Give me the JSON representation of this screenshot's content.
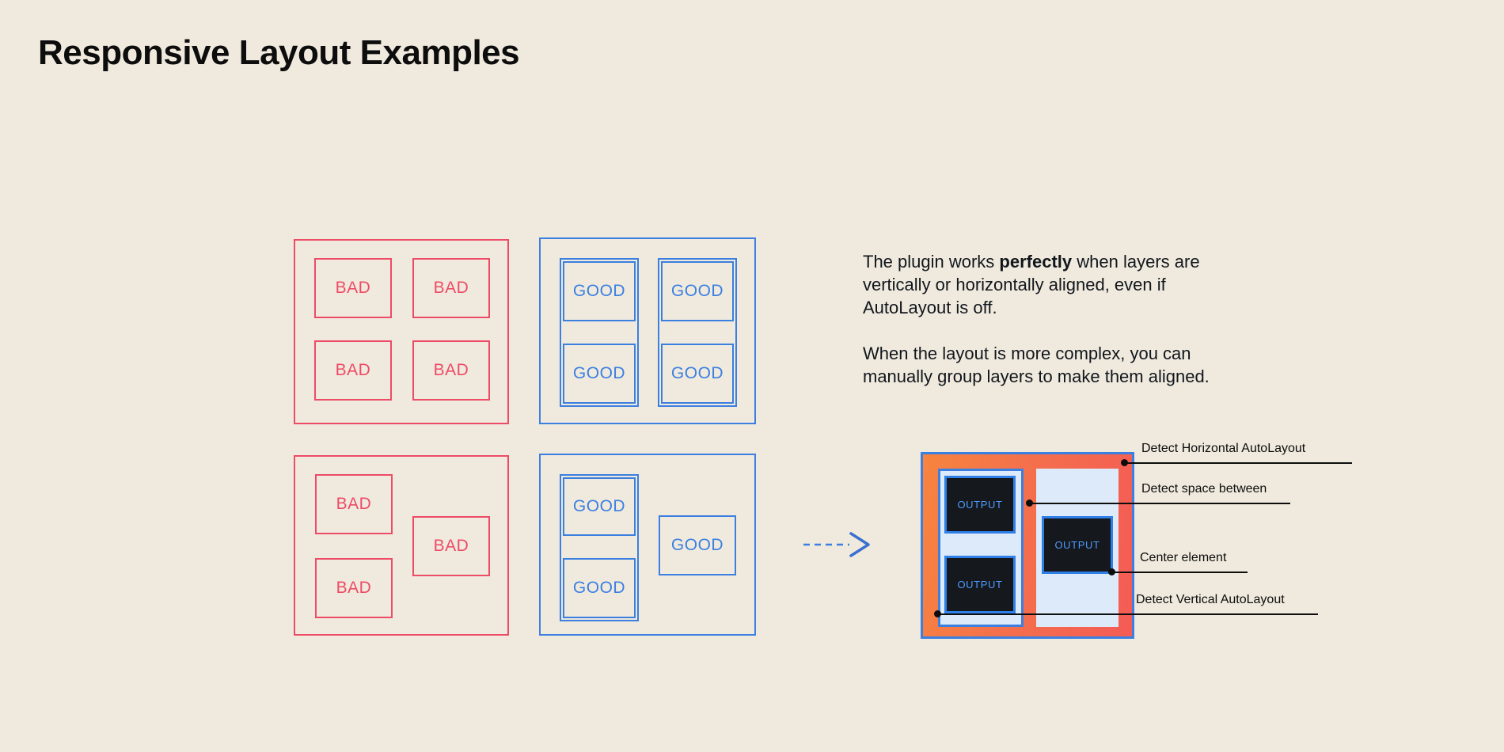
{
  "title": "Responsive Layout Examples",
  "colors": {
    "background": "#f0eade",
    "bad": "#ed4b66",
    "good": "#3b7fe0",
    "text": "#11161c",
    "mock_orange": "#f4704c",
    "mock_light_blue": "#ddeaf9",
    "mock_dark": "#15181c",
    "mock_output_text": "#4f9bff"
  },
  "labels": {
    "bad": "BAD",
    "good": "GOOD",
    "output": "OUTPUT"
  },
  "panels": {
    "bad_grid": {
      "name": "bad-grid-panel",
      "cells": [
        "BAD",
        "BAD",
        "BAD",
        "BAD"
      ]
    },
    "good_grid": {
      "name": "good-grid-panel",
      "cells": [
        "GOOD",
        "GOOD",
        "GOOD",
        "GOOD"
      ]
    },
    "bad_complex": {
      "name": "bad-complex-panel",
      "cells": [
        "BAD",
        "BAD",
        "BAD"
      ]
    },
    "good_complex": {
      "name": "good-complex-panel",
      "cells": [
        "GOOD",
        "GOOD",
        "GOOD"
      ]
    }
  },
  "copy": {
    "paragraph_1_pre": "The plugin works ",
    "paragraph_1_bold": "perfectly",
    "paragraph_1_post": " when layers are vertically or horizontally aligned, even if AutoLayout is off.",
    "paragraph_2": "When the layout is more complex, you can manually group layers to make them aligned."
  },
  "mock": {
    "outputs": [
      "OUTPUT",
      "OUTPUT",
      "OUTPUT"
    ],
    "annotations": [
      "Detect Horizontal AutoLayout",
      "Detect space between",
      "Center element",
      "Detect Vertical AutoLayout"
    ]
  },
  "arrow": {
    "icon": "dashed-arrow-right-icon"
  }
}
